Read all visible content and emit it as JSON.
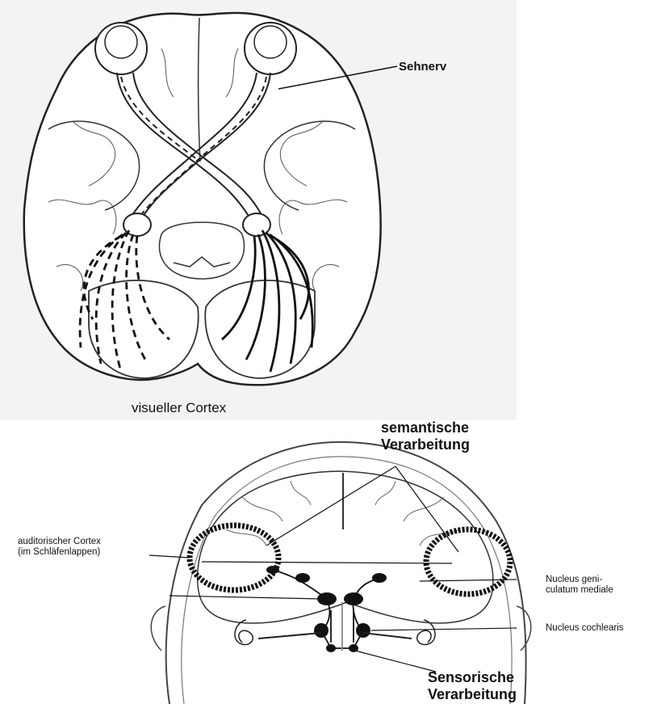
{
  "top_figure": {
    "optic_nerve_label": "Sehnerv",
    "visual_cortex_label": "visueller Cortex"
  },
  "bottom_figure": {
    "semantic_label_line1": "semantische",
    "semantic_label_line2": "Verarbeitung",
    "auditory_cortex_line1": "auditorischer Cortex",
    "auditory_cortex_line2": "(im Schläfenlappen)",
    "ngm_line1": "Nucleus geni-",
    "ngm_line2": "culatum mediale",
    "nucleus_cochlearis": "Nucleus cochlearis",
    "sensory_label_line1": "Sensorische",
    "sensory_label_line2": "Verarbeitung"
  }
}
